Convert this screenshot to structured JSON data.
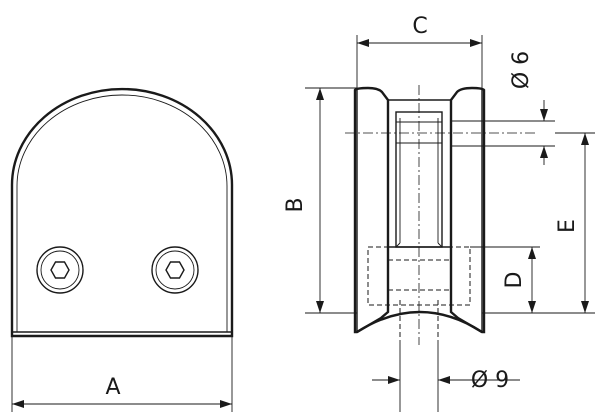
{
  "dimensions": {
    "a": "A",
    "b": "B",
    "c": "C",
    "d": "D",
    "e": "E",
    "dia6": "Ø 6",
    "dia9": "Ø 9"
  }
}
